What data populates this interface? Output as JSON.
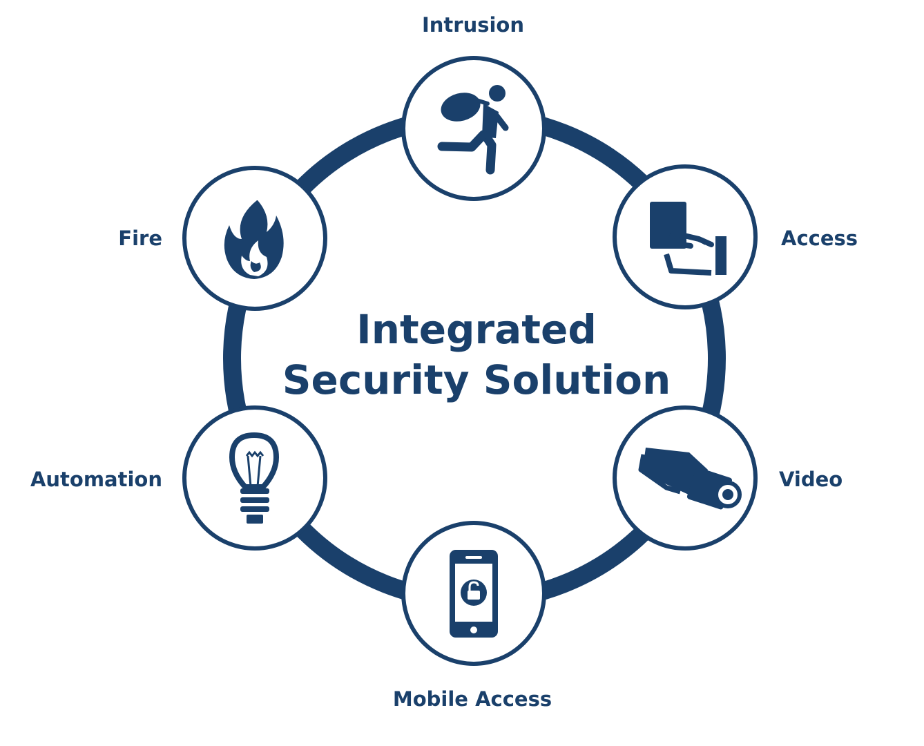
{
  "diagram": {
    "title_line1": "Integrated",
    "title_line2": "Security Solution",
    "colors": {
      "primary": "#1a406b",
      "background": "#ffffff"
    },
    "nodes": [
      {
        "id": "intrusion",
        "label": "Intrusion",
        "icon": "burglar-icon"
      },
      {
        "id": "access",
        "label": "Access",
        "icon": "card-reader-icon"
      },
      {
        "id": "video",
        "label": "Video",
        "icon": "security-camera-icon"
      },
      {
        "id": "mobile-access",
        "label": "Mobile Access",
        "icon": "smartphone-lock-icon"
      },
      {
        "id": "automation",
        "label": "Automation",
        "icon": "light-bulb-icon"
      },
      {
        "id": "fire",
        "label": "Fire",
        "icon": "flame-icon"
      }
    ]
  }
}
